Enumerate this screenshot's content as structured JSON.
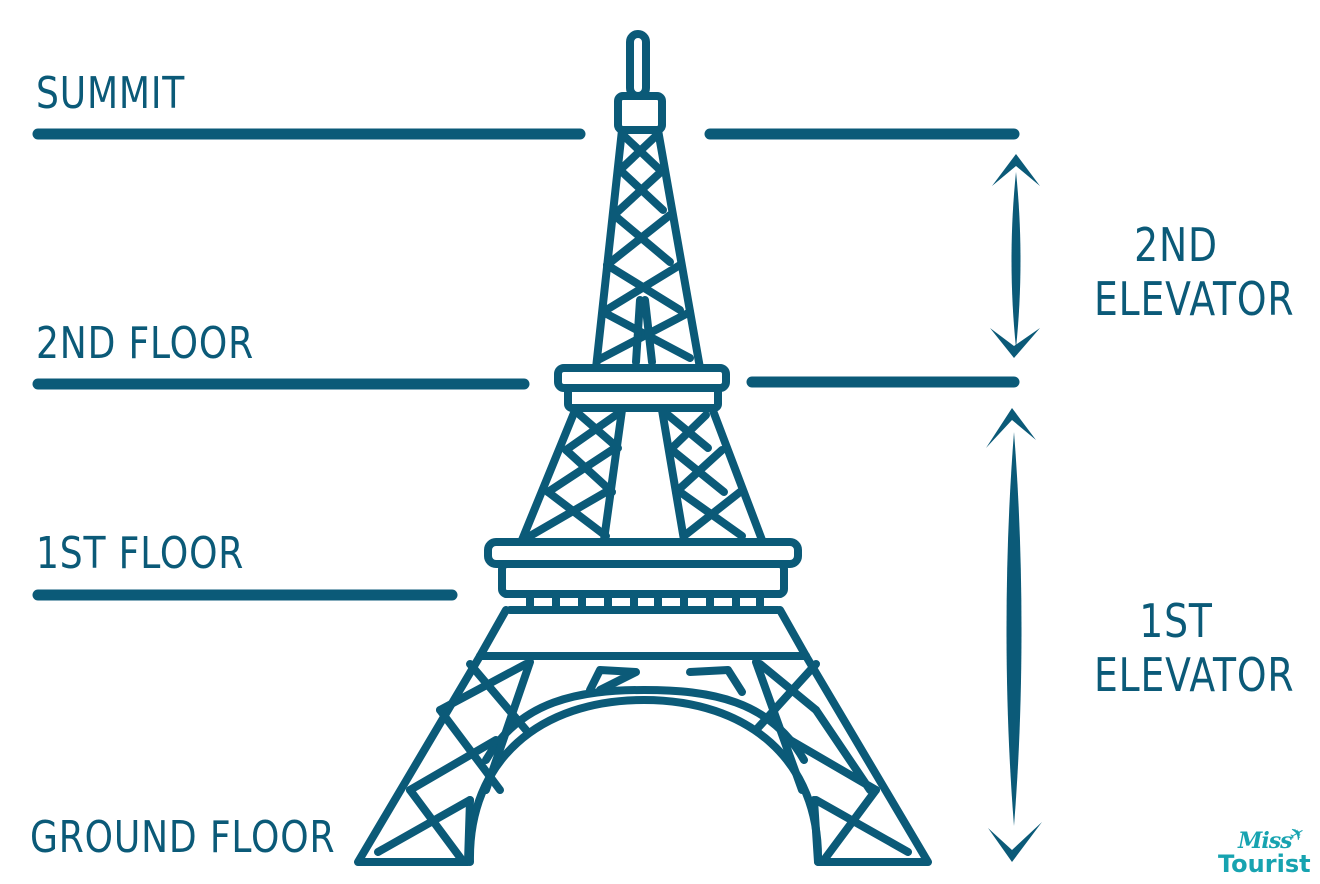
{
  "diagram": {
    "subject": "Eiffel Tower levels and elevators",
    "colors": {
      "primary": "#0b5a78",
      "background": "#ffffff",
      "logo": "#17a3b0"
    },
    "floor_labels": [
      {
        "id": "summit",
        "label": "SUMMIT"
      },
      {
        "id": "second-floor",
        "label": "2ND FLOOR"
      },
      {
        "id": "first-floor",
        "label": "1ST FLOOR"
      },
      {
        "id": "ground-floor",
        "label": "GROUND FLOOR"
      }
    ],
    "elevator_labels": [
      {
        "id": "second-elevator",
        "line1": "2ND",
        "line2": "ELEVATOR",
        "spans": "2nd floor to summit"
      },
      {
        "id": "first-elevator",
        "line1": "1ST",
        "line2": "ELEVATOR",
        "spans": "ground floor to 2nd floor"
      }
    ],
    "icons": [
      "eiffel-tower-icon",
      "double-arrow-icon",
      "double-arrow-icon",
      "airplane-icon"
    ],
    "logo": {
      "line1": "Miss",
      "line2": "Tourist",
      "plane_glyph": "✈"
    }
  }
}
